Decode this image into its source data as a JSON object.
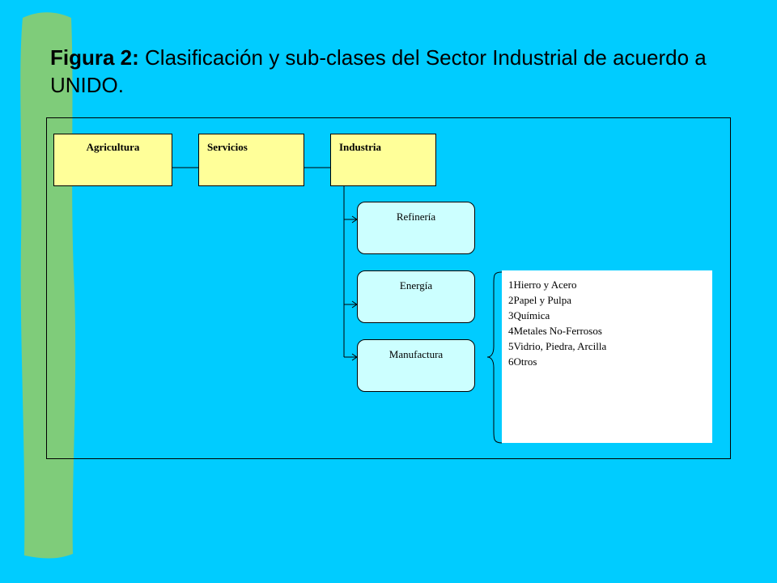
{
  "title": {
    "lead": "Figura 2:",
    "text": "Clasificación y sub-clases del Sector Industrial de acuerdo a UNIDO."
  },
  "sectors": [
    "Agricultura",
    "Servicios",
    "Industria"
  ],
  "subsectors": [
    "Refinería",
    "Energía",
    "Manufactura"
  ],
  "manufactura_list": [
    "1Hierro y Acero",
    "2Papel y Pulpa",
    "3Química",
    "4Metales No-Ferrosos",
    "5Vidrio, Piedra, Arcilla",
    "6Otros"
  ],
  "colors": {
    "background": "#00ccff",
    "strip": "#7fcc7a",
    "sector_fill": "#ffff99",
    "subsector_fill": "#ccffff"
  }
}
